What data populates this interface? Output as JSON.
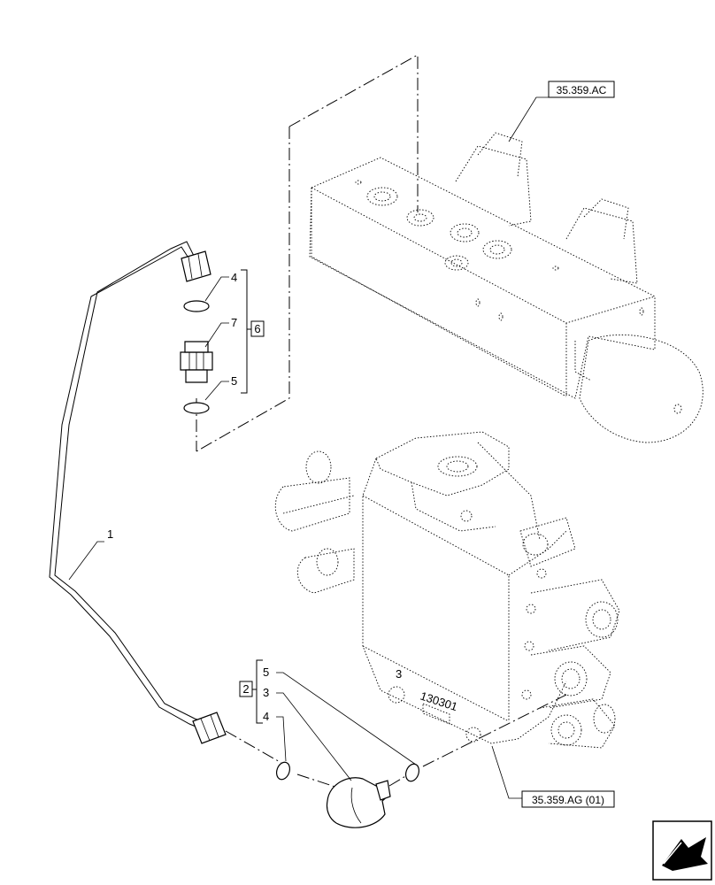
{
  "diagram": {
    "refs": {
      "valve_top": "35.359.AC",
      "valve_bottom": "35.359.AG (01)"
    },
    "group_upper": {
      "kit_label": "6",
      "items": [
        "4",
        "7",
        "5"
      ]
    },
    "group_lower": {
      "kit_label": "2",
      "items": [
        "5",
        "3",
        "4"
      ]
    },
    "tube_label": "1",
    "casting_marks": {
      "number_3": "3",
      "stamp": "130301"
    },
    "nav_icon": "arrow-nav-icon"
  }
}
